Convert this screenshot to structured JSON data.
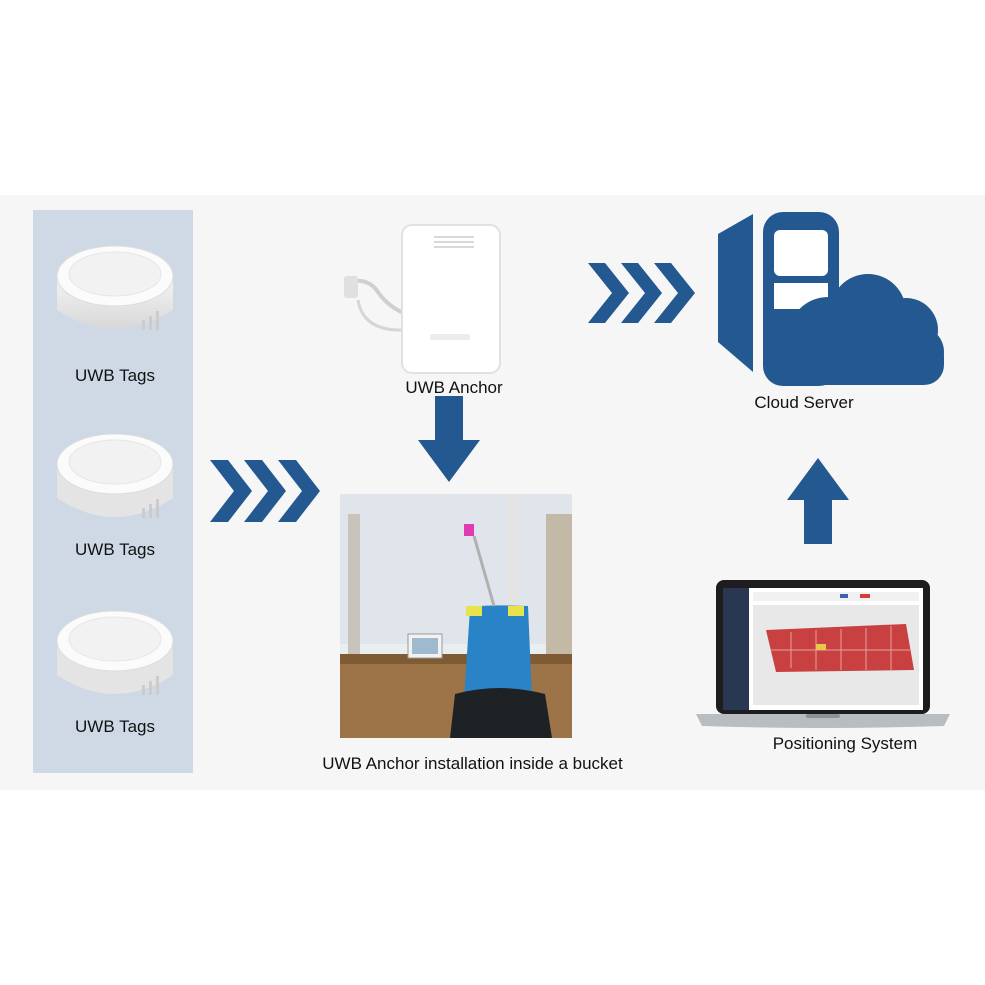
{
  "colors": {
    "accent": "#235990",
    "tag_panel": "#cfd9e6",
    "band": "#f6f6f6"
  },
  "tags": [
    {
      "label": "UWB Tags"
    },
    {
      "label": "UWB Tags"
    },
    {
      "label": "UWB Tags"
    }
  ],
  "anchor": {
    "label": "UWB Anchor"
  },
  "installation": {
    "label": "UWB Anchor installation inside a bucket"
  },
  "cloud": {
    "label": "Cloud Server",
    "icon": "cloud-server-icon"
  },
  "positioning": {
    "label": "Positioning System",
    "icon": "laptop-icon"
  }
}
